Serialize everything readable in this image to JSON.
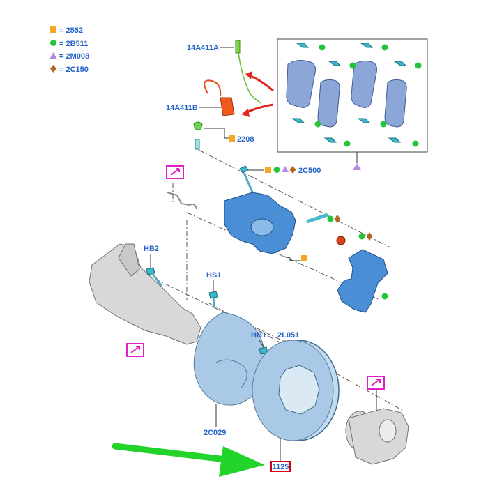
{
  "legend": [
    {
      "symbol": "square",
      "color": "#f5a623",
      "text": "= 2552"
    },
    {
      "symbol": "circle",
      "color": "#22c43a",
      "text": "= 2B511"
    },
    {
      "symbol": "triangle",
      "color": "#b58ae6",
      "text": "= 2M008"
    },
    {
      "symbol": "diamond",
      "color": "#b5651d",
      "text": "= 2C150"
    }
  ],
  "labels": {
    "wear_sensor_a": "14A411A",
    "wear_sensor_b": "14A411B",
    "clip": "2208",
    "caliper": "2C500",
    "bolt_hb2": "HB2",
    "bolt_hs1": "HS1",
    "bolt_hb1": "HB1",
    "disc_label": "2L051",
    "shield": "2C029",
    "disc_part": "1125"
  },
  "colors": {
    "label_blue": "#2563c9",
    "part_blue": "#4a8fd6",
    "pad_blue": "#8da6d8",
    "ref_magenta": "#e020c8",
    "arrow_red": "#e0261e",
    "arrow_green": "#22d42a",
    "highlight_red": "#d0021b"
  }
}
